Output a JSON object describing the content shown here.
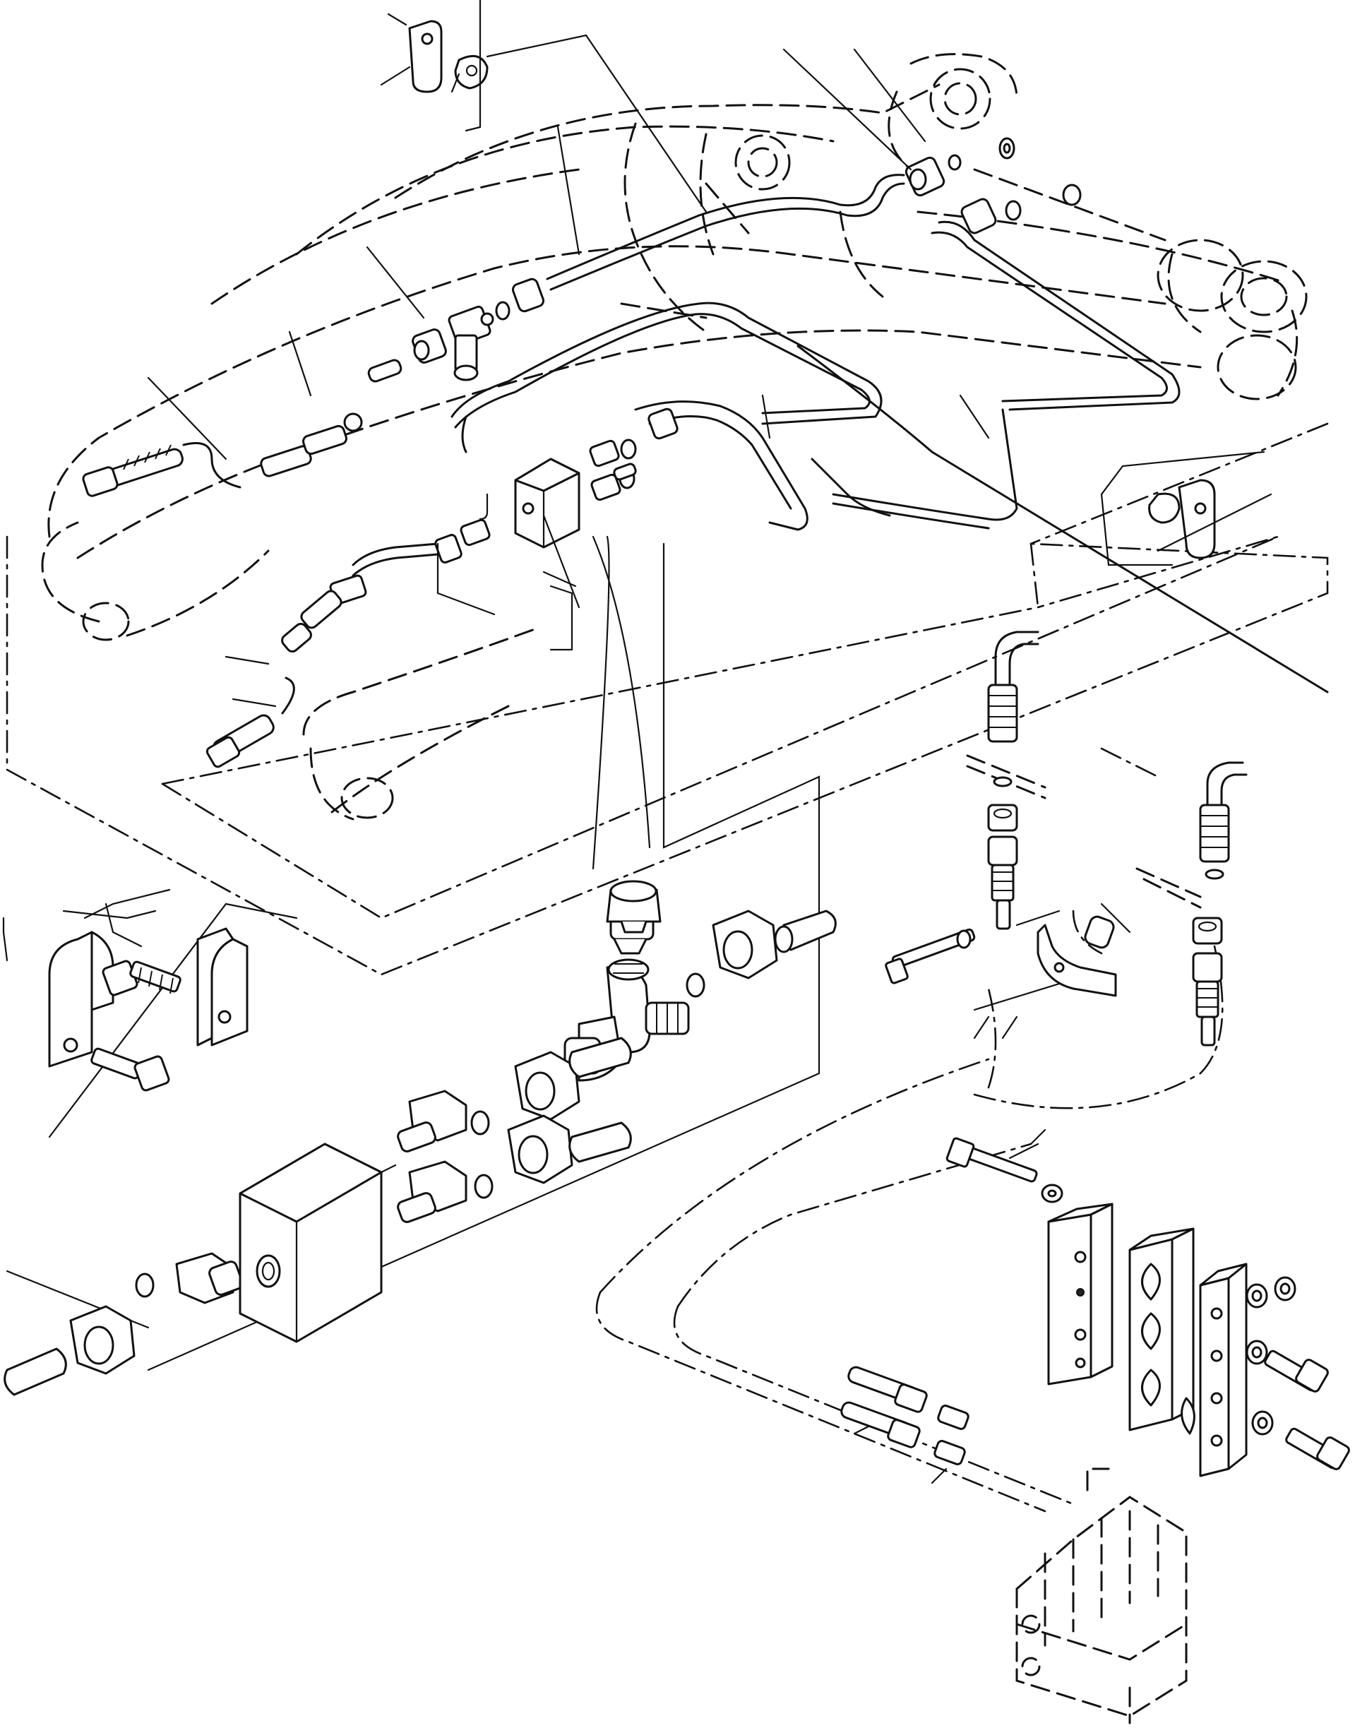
{
  "diagram": {
    "colors": {
      "ink": "#111111",
      "paper": "#ffffff"
    },
    "parts": [
      "boom-outline",
      "arm-outline",
      "hydraulic-block",
      "tee-fitting",
      "union-nut",
      "sleeve",
      "adapter-fitting",
      "hose-end",
      "clamp",
      "bolt",
      "washer",
      "spacer",
      "clamp-bar",
      "control-valve",
      "steel-tube",
      "elbow"
    ]
  }
}
